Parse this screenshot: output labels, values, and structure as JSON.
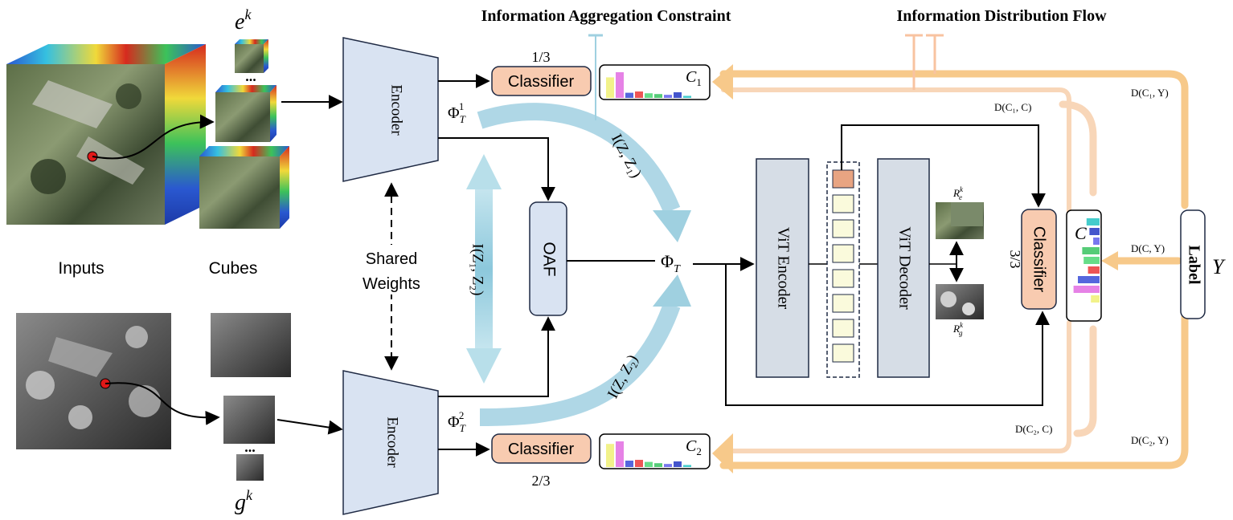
{
  "titles": {
    "aggregation": "Information Aggregation Constraint",
    "distribution": "Information Distribution Flow"
  },
  "inputs": {
    "label": "Inputs",
    "cubes_label": "Cubes",
    "ek_base": "e",
    "gk_base": "g",
    "k": "k",
    "dots": "..."
  },
  "encoders": {
    "top": "Encoder",
    "bottom": "Encoder"
  },
  "shared": {
    "line1": "Shared",
    "line2": "Weights"
  },
  "classifiers": {
    "c1_label": "Classifier",
    "c2_label": "Classifier",
    "c3_label": "Classifier",
    "frac1": "1/3",
    "frac2": "2/3",
    "frac3": "3/3"
  },
  "outputs": {
    "c1_base": "C",
    "c1_sub": "1",
    "c2_base": "C",
    "c2_sub": "2",
    "c_final": "C"
  },
  "phi": {
    "base": "Φ",
    "sub": "T",
    "sup1": "1",
    "sup2": "2"
  },
  "oaf": "OAF",
  "mi": {
    "z1z2": "I(Z₁, Z₂)",
    "zz1": "I(Z, Z₁)",
    "zz2": "I(Z, Z₂)"
  },
  "vit": {
    "encoder": "ViT Encoder",
    "decoder": "ViT Decoder"
  },
  "recon": {
    "r": "R",
    "sup": "k",
    "e": "e",
    "g": "g"
  },
  "distances": {
    "dc1y": "D(C₁, Y)",
    "dc1c": "D(C₁, C)",
    "dcy": "D(C, Y)",
    "dc2c": "D(C₂, C)",
    "dc2y": "D(C₂, Y)"
  },
  "label_box": "Label",
  "y": "Y",
  "colors": {
    "encoder_fill": "#d9e3f2",
    "classifier_fill": "#f8cbb0",
    "vit_fill": "#d6dde6",
    "token_fill": "#fafadc",
    "cls_token": "#e8a482",
    "flow": "#f7c98a",
    "flow_light": "#f8d6b8",
    "mi_arrow": "#9fd0e0",
    "outline": "#1f2a44",
    "hsi_red": "#d62a1e"
  },
  "histograms": {
    "c1": [
      0.8,
      1.0,
      0.2,
      0.25,
      0.18,
      0.15,
      0.12,
      0.22,
      0.08
    ],
    "c2": [
      0.9,
      1.0,
      0.25,
      0.28,
      0.2,
      0.15,
      0.12,
      0.22,
      0.08
    ],
    "c": [
      0.3,
      0.9,
      0.75,
      0.4,
      0.55,
      0.6,
      0.22,
      0.35,
      0.45
    ]
  }
}
